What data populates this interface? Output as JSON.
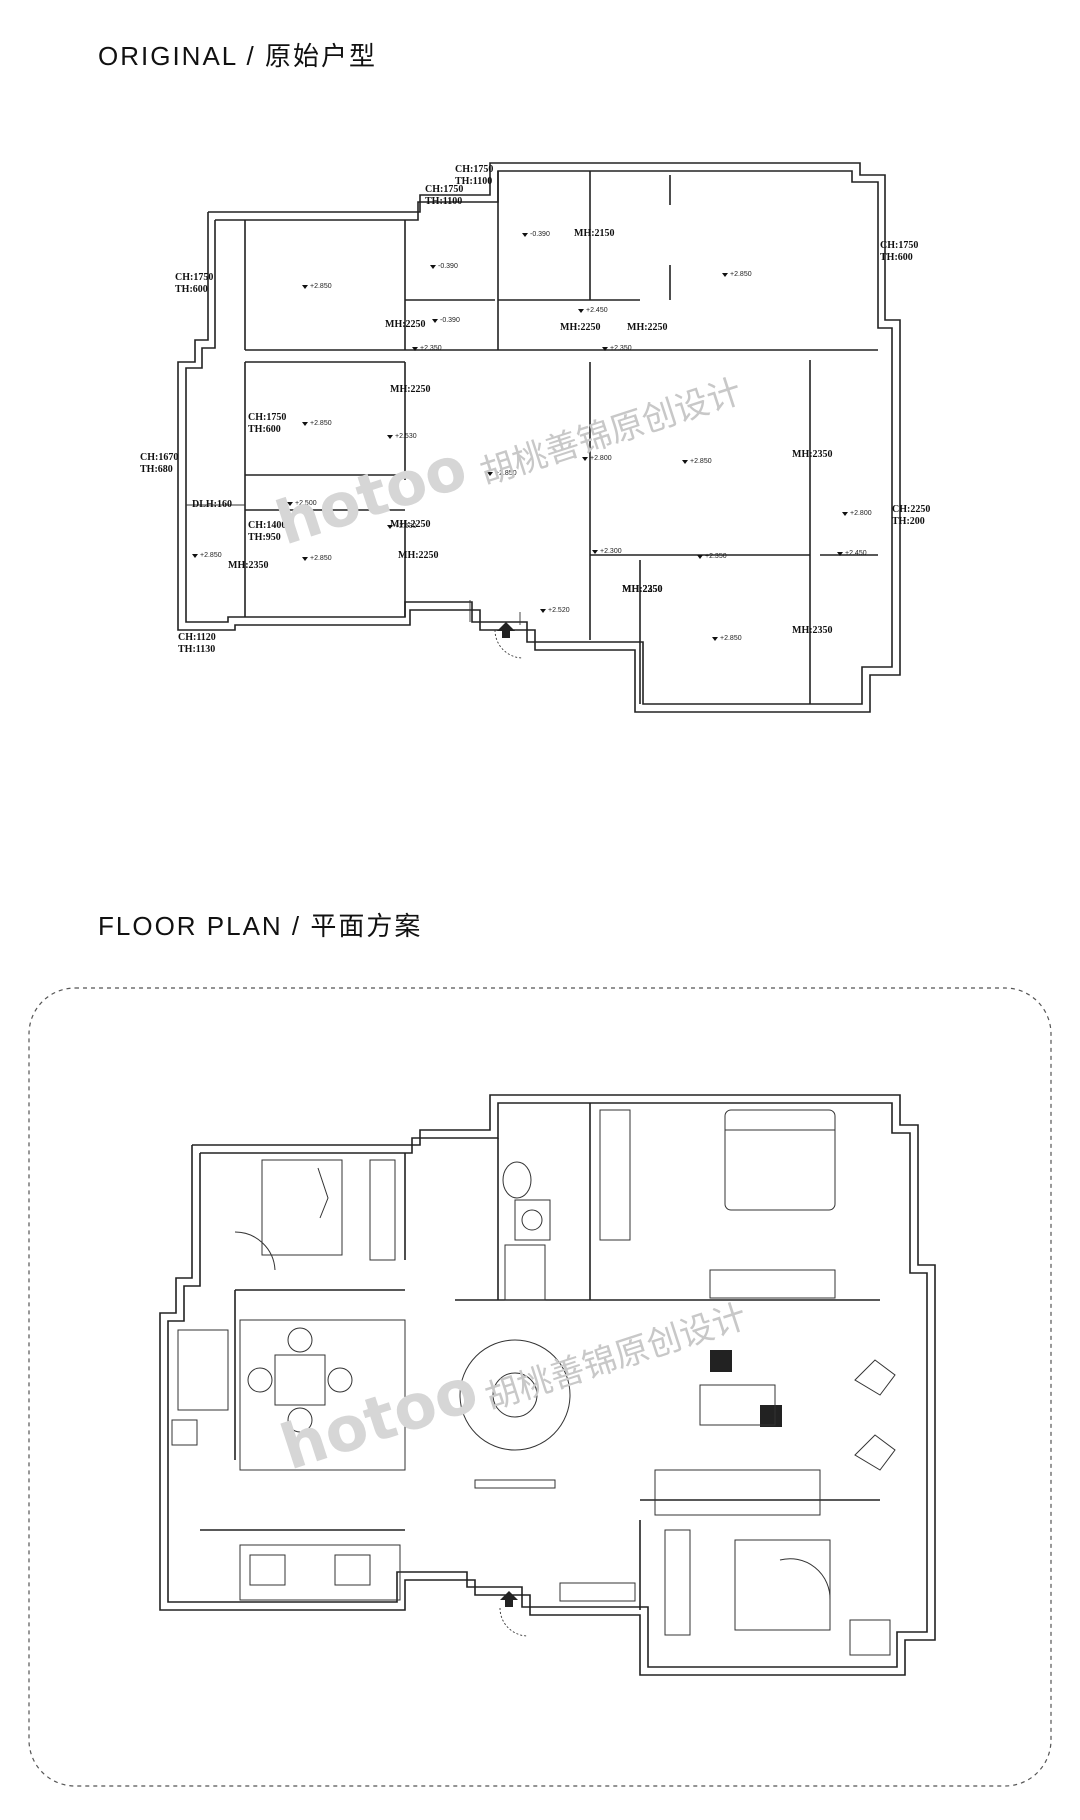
{
  "sections": {
    "original_title": "ORIGINAL / 原始户型",
    "floorplan_title": "FLOOR PLAN / 平面方案"
  },
  "watermark": {
    "logo": "hotoo",
    "text": "胡桃善锦原创设计"
  },
  "original": {
    "annotations": [
      "CH:1750",
      "TH:1100",
      "CH:1750",
      "TH:1100",
      "CH:1750",
      "TH:600",
      "CH:1750",
      "TH:600",
      "CH:1750",
      "TH:600",
      "CH:1670",
      "TH:680",
      "CH:1400",
      "TH:950",
      "CH:1120",
      "TH:1130",
      "CH:2250",
      "TH:200",
      "DLH:160",
      "MH:2150",
      "MH:2250",
      "MH:2250",
      "MH:2250",
      "MH:2250",
      "MH:2250",
      "MH:2250",
      "MH:2350",
      "MH:2350",
      "MH:2350",
      "MH:2250",
      "MH:2350"
    ],
    "levels": [
      "-0.390",
      "+2.850",
      "-0.390",
      "+2.850",
      "-0.390",
      "+2.450",
      "+2.350",
      "+2.350",
      "+2.850",
      "+2.530",
      "+2.850",
      "+2.850",
      "+2.500",
      "+2.530",
      "+2.850",
      "+2.850",
      "+2.850",
      "+2.800",
      "+2.300",
      "+2.350",
      "+2.450",
      "+2.520",
      "+2.800"
    ]
  }
}
